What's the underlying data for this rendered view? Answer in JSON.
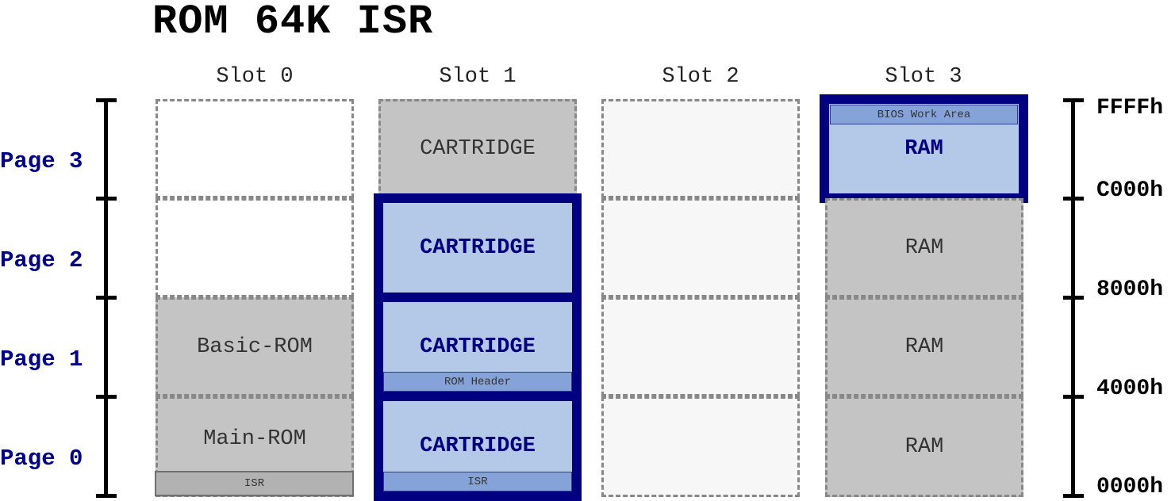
{
  "title": "ROM 64K ISR",
  "slots": [
    "Slot 0",
    "Slot 1",
    "Slot 2",
    "Slot 3"
  ],
  "pages": [
    "Page 3",
    "Page 2",
    "Page 1",
    "Page 0"
  ],
  "addresses": [
    "FFFFh",
    "C000h",
    "8000h",
    "4000h",
    "0000h"
  ],
  "cells": {
    "slot0": {
      "page3": "",
      "page2": "",
      "page1": "Basic-ROM",
      "page0": "Main-ROM",
      "page0_sub": "ISR"
    },
    "slot1": {
      "page3": "CARTRIDGE",
      "page2": "CARTRIDGE",
      "page1": "CARTRIDGE",
      "page1_sub": "ROM Header",
      "page0": "CARTRIDGE",
      "page0_sub": "ISR"
    },
    "slot2": {
      "page3": "",
      "page2": "",
      "page1": "",
      "page0": ""
    },
    "slot3": {
      "page3": "RAM",
      "page3_sub": "BIOS Work Area",
      "page2": "RAM",
      "page1": "RAM",
      "page0": "RAM"
    }
  },
  "colors": {
    "selected_border": "#000080",
    "selected_fill": "#b4c8e8",
    "sub_fill": "#85a3d8",
    "gray_fill": "#c4c4c4",
    "page_label": "#00008b"
  }
}
